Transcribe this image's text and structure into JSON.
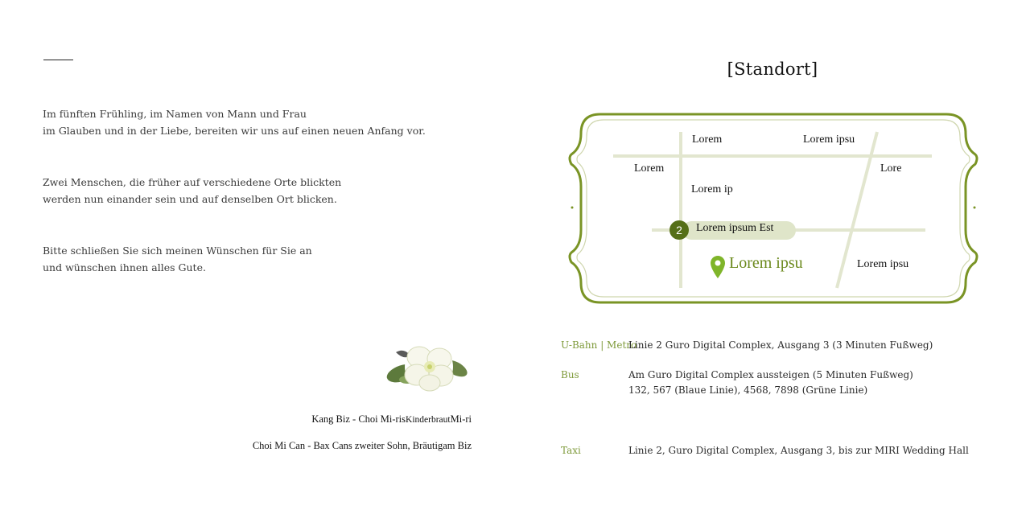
{
  "invitation": {
    "paragraphs": [
      [
        "Im fünften Frühling, im Namen von Mann und Frau",
        "im Glauben und in der Liebe, bereiten wir uns auf einen neuen Anfang vor."
      ],
      [
        "Zwei Menschen, die früher auf verschiedene Orte blickten",
        "werden nun einander sein und auf denselben Ort blicken."
      ],
      [
        "Bitte schließen Sie sich meinen Wünschen für Sie an",
        "und wünschen ihnen alles Gute."
      ]
    ],
    "families": {
      "bride_parents": "Kang Biz - Choi Mi-ris",
      "bride_role": "Kinderbraut",
      "bride_name": "Mi-ri",
      "groom_line": "Choi Mi Can - Bax Cans zweiter Sohn, Bräutigam Biz"
    }
  },
  "location": {
    "title": "[Standort]",
    "map": {
      "labels": {
        "top_left": "Lorem",
        "top_right": "Lorem ipsu",
        "mid_left": "Lorem",
        "mid_center": "Lorem ip",
        "mid_right": "Lore",
        "route_label": "Lorem ipsum Est",
        "route_number": "2",
        "venue": "Lorem ipsu",
        "bottom_right": "Lorem ipsu"
      },
      "colors": {
        "frame": "#7a9425",
        "road": "#e2e6cf",
        "venue": "#6c8a1e",
        "marker": "#556f18",
        "pin": "#7fb52a"
      },
      "icons": {
        "marker": "location-pin-icon"
      }
    },
    "transit": [
      {
        "label": "U-Bahn | Metro",
        "lines": [
          "Linie 2 Guro Digital Complex, Ausgang 3 (3 Minuten Fußweg)"
        ]
      },
      {
        "label": "Bus",
        "lines": [
          "Am Guro Digital Complex aussteigen (5 Minuten Fußweg)",
          "132, 567 (Blaue Linie), 4568, 7898 (Grüne Linie)"
        ]
      },
      {
        "label": "Taxi",
        "lines": [
          "Linie 2, Guro Digital Complex, Ausgang 3, bis zur MIRI Wedding Hall"
        ]
      }
    ]
  }
}
